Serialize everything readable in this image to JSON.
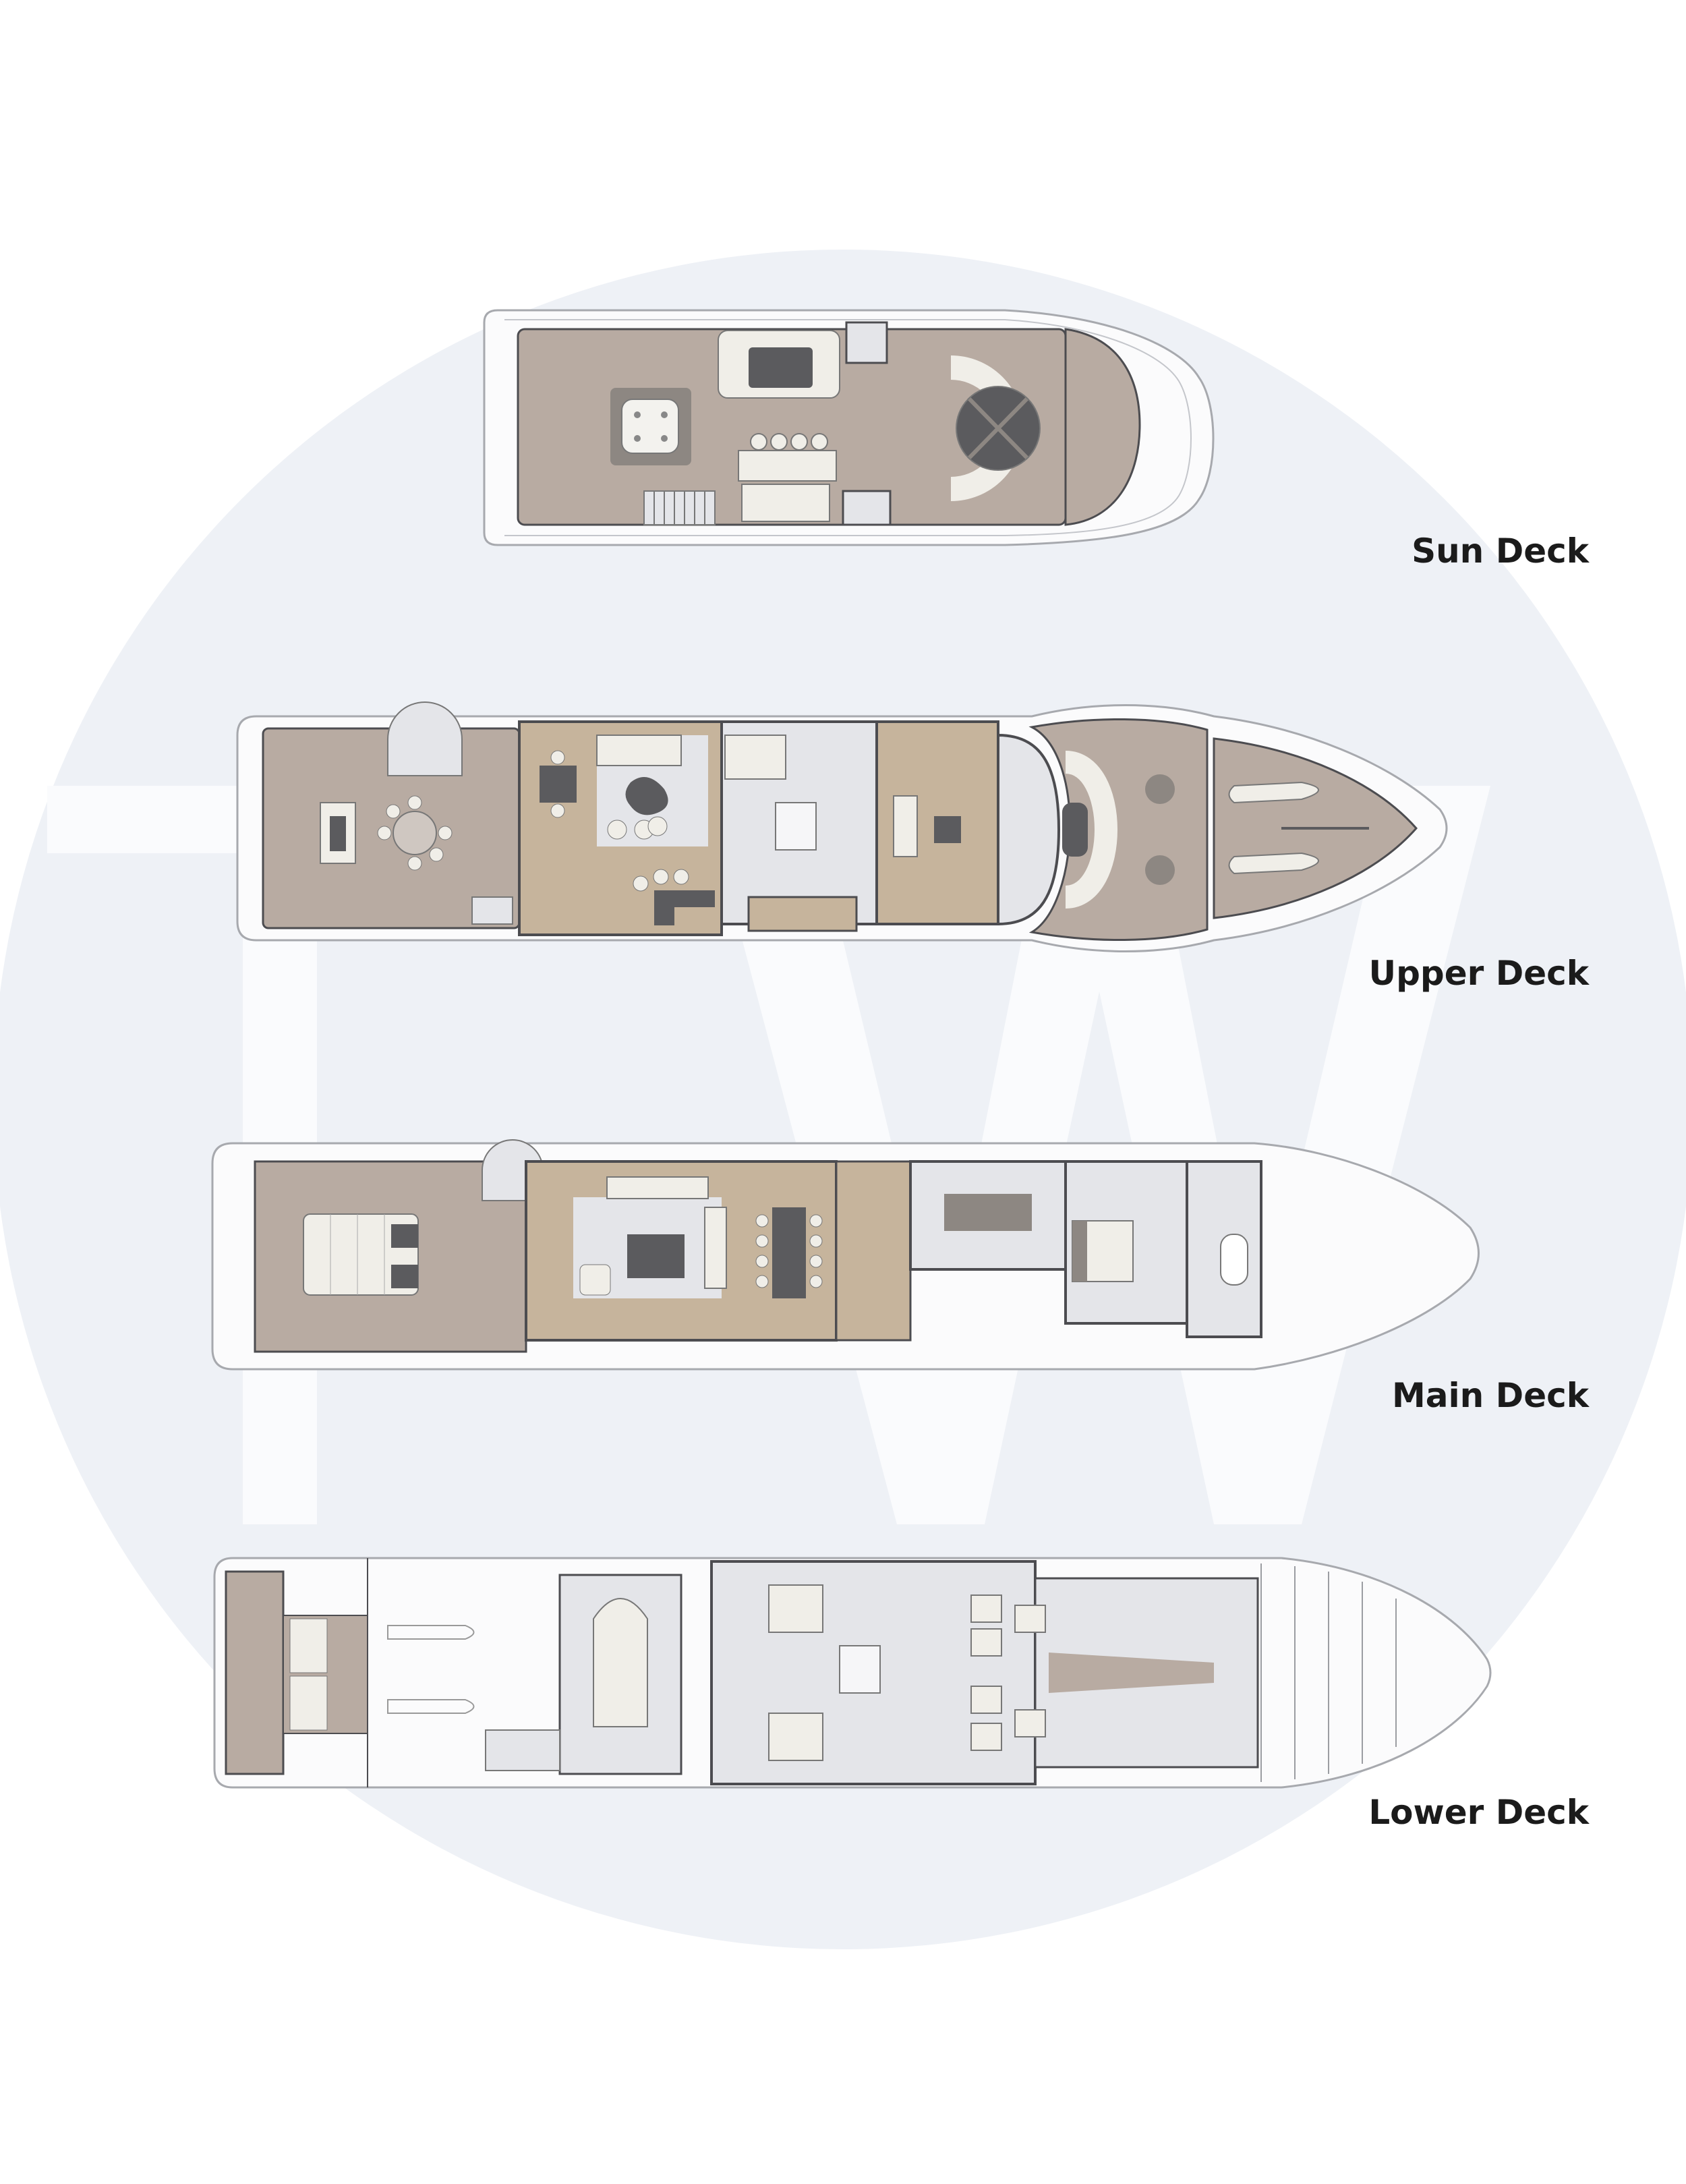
{
  "watermark": {
    "letters": "TW",
    "circle_color": "#eef1f6",
    "letter_color": "#fafbfd"
  },
  "colors": {
    "deck_floor": "#b8aba2",
    "wood_floor": "#c6b49c",
    "interior_floor": "#e4e5e9",
    "hull_white": "#fbfbfc",
    "hull_outline": "#a7a9ae",
    "wall": "#4c4c50",
    "cushion": "#f0eee8",
    "furniture_dark": "#5b5b5e"
  },
  "decks": [
    {
      "id": "sun",
      "label": "Sun Deck"
    },
    {
      "id": "upper",
      "label": "Upper Deck"
    },
    {
      "id": "main",
      "label": "Main Deck"
    },
    {
      "id": "lower",
      "label": "Lower Deck"
    }
  ]
}
